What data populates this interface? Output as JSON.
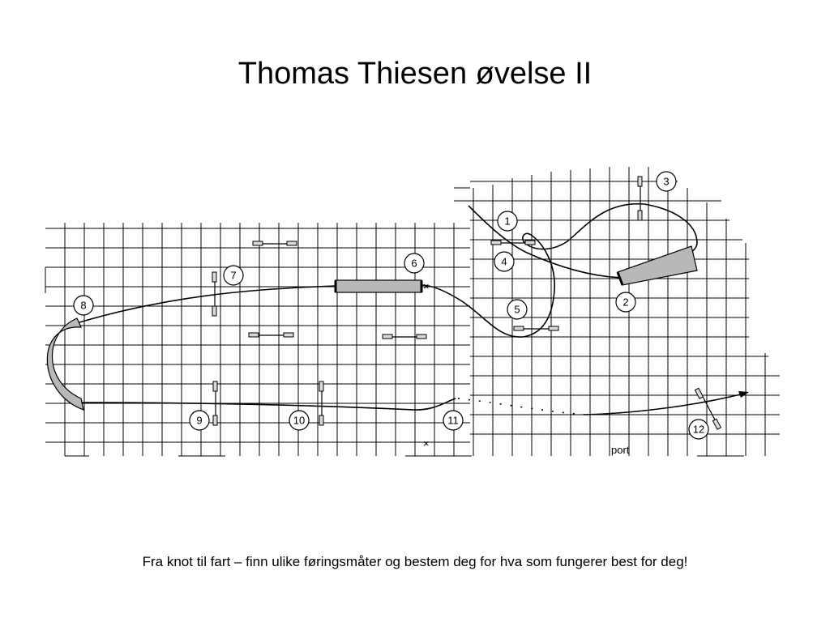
{
  "slide": {
    "title": "Thomas Thiesen øvelse II",
    "caption": "Fra knot til fart – finn ulike føringsmåter og bestem deg for hva som fungerer best for deg!"
  },
  "diagram": {
    "obstacle_numbers": [
      "1",
      "2",
      "3",
      "4",
      "5",
      "6",
      "7",
      "8",
      "9",
      "10",
      "11",
      "12"
    ],
    "start_mark": "×",
    "end_mark": "×",
    "port_label": "port"
  }
}
